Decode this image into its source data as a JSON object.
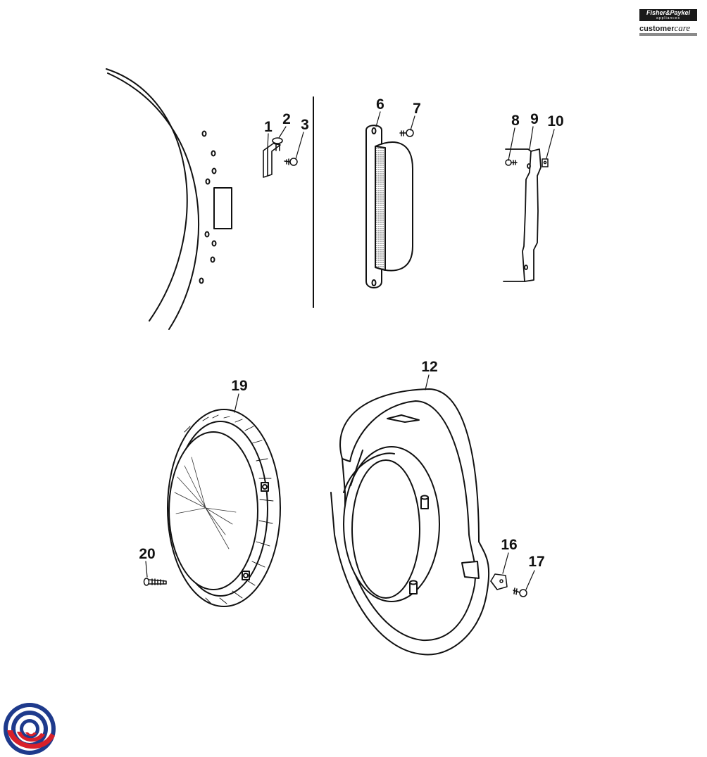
{
  "brand": {
    "name": "Fisher&Paykel",
    "tagline": "appliances",
    "service_a": "customer",
    "service_b": "care"
  },
  "callouts": [
    {
      "id": "c1",
      "text": "1"
    },
    {
      "id": "c2",
      "text": "2"
    },
    {
      "id": "c3",
      "text": "3"
    },
    {
      "id": "c6",
      "text": "6"
    },
    {
      "id": "c7",
      "text": "7"
    },
    {
      "id": "c8",
      "text": "8"
    },
    {
      "id": "c9",
      "text": "9"
    },
    {
      "id": "c10",
      "text": "10"
    },
    {
      "id": "c12",
      "text": "12"
    },
    {
      "id": "c16",
      "text": "16"
    },
    {
      "id": "c17",
      "text": "17"
    },
    {
      "id": "c19",
      "text": "19"
    },
    {
      "id": "c20",
      "text": "20"
    }
  ],
  "colors": {
    "line": "#111111",
    "logo_red": "#d8202a",
    "logo_blue": "#1e3a8c"
  },
  "icons": [
    "brand-logo-icon",
    "swirl-logo-icon"
  ]
}
